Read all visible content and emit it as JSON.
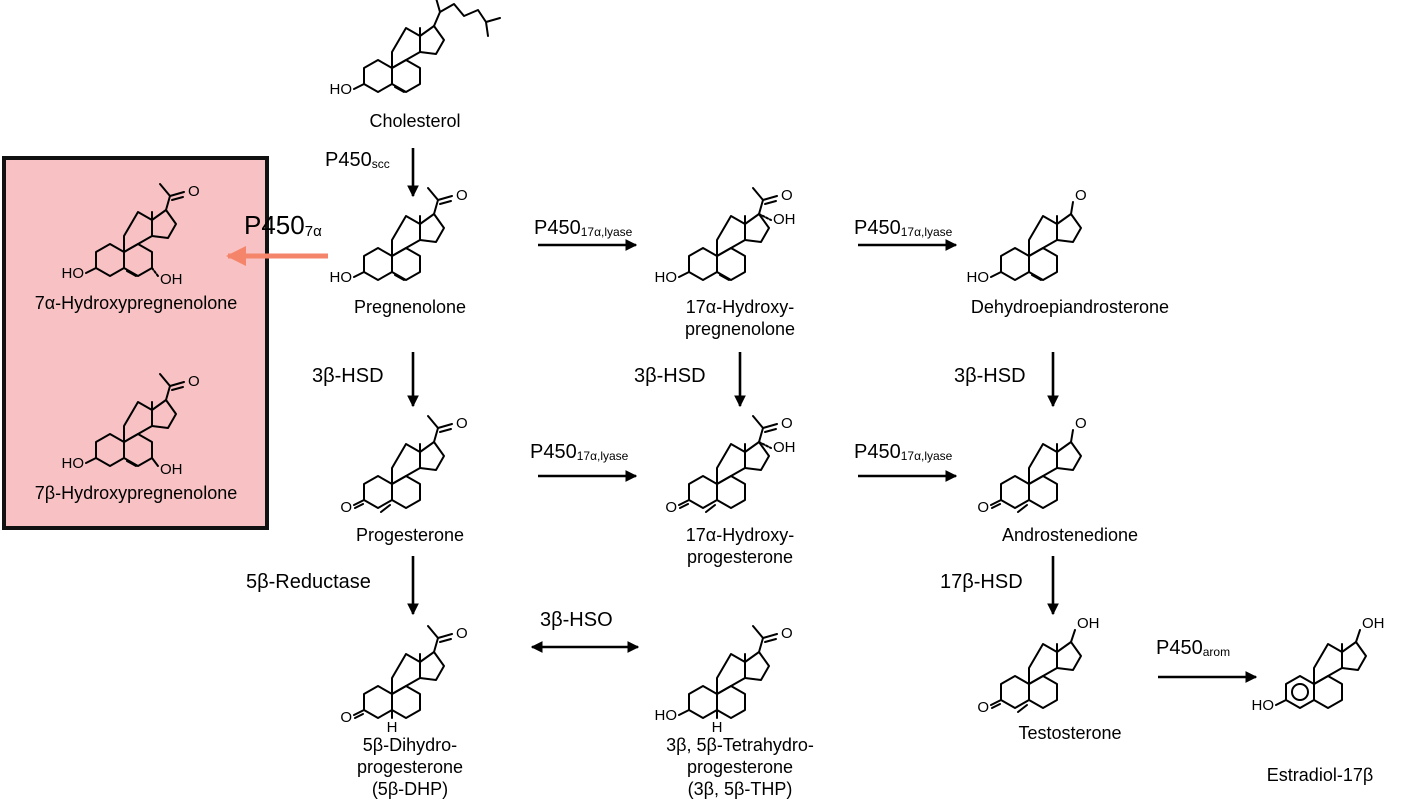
{
  "compounds": {
    "cholesterol": "Cholesterol",
    "pregnenolone": "Pregnenolone",
    "hydroxypregnenolone_17a": [
      "17α-Hydroxy-",
      "pregnenolone"
    ],
    "dhea": "Dehydroepiandrosterone",
    "progesterone": "Progesterone",
    "hydroxyprogesterone_17a": [
      "17α-Hydroxy-",
      "progesterone"
    ],
    "androstenedione": "Androstenedione",
    "dhp": [
      "5β-Dihydro-",
      "progesterone",
      "(5β-DHP)"
    ],
    "thp": [
      "3β, 5β-Tetrahydro-",
      "progesterone",
      "(3β, 5β-THP)"
    ],
    "testosterone": "Testosterone",
    "estradiol": "Estradiol-17β",
    "hydroxy7a": "7α-Hydroxypregnenolone",
    "hydroxy7b": "7β-Hydroxypregnenolone"
  },
  "enzymes": {
    "scc": {
      "base": "P450",
      "sub": "scc"
    },
    "p450_7a": {
      "base": "P450",
      "sub": "7α"
    },
    "lyase": {
      "base": "P450",
      "sub": "17α,lyase"
    },
    "hsd3b": "3β-HSD",
    "reductase_5b": "5β-Reductase",
    "hso3b": "3β-HSO",
    "hsd17b": "17β-HSD",
    "arom": {
      "base": "P450",
      "sub": "arom"
    }
  },
  "atom_labels": {
    "hydroxyl": "HO",
    "hydroxyl_right": "OH",
    "oxygen": "O",
    "hydrogen": "H"
  },
  "colors": {
    "highlight_box": "#f8c2c4",
    "p450_7a_arrow": "#f5856a",
    "ink": "#000000"
  }
}
